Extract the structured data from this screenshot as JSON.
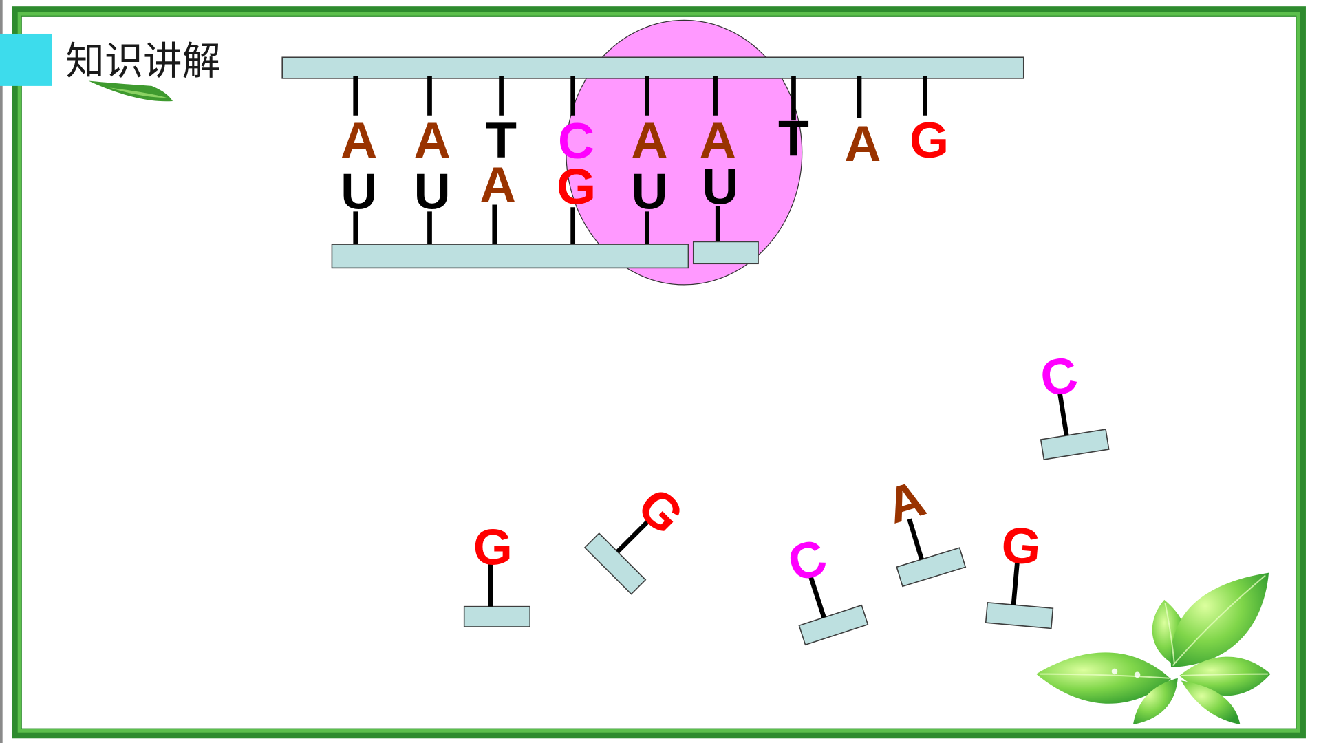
{
  "slide": {
    "title": "知识讲解"
  },
  "colors": {
    "frame_outer": "#2e8b2e",
    "frame_inner": "#5cbf4c",
    "title_accent": "#3ddcec",
    "strand_bar": "#bde0e0",
    "polymerase_bubble": "#ff99ff",
    "leaf_dark": "#3f9a2f",
    "bases": {
      "A": "#993300",
      "T": "#000000",
      "U": "#000000",
      "C": "#ff00ff",
      "G": "#ff0000"
    }
  },
  "dna_strand": [
    "A",
    "A",
    "T",
    "C",
    "A",
    "A",
    "T",
    "A",
    "G"
  ],
  "rna_strand": [
    "U",
    "U",
    "A",
    "G",
    "U",
    "U"
  ],
  "free_nucleotides": [
    "G",
    "G",
    "C",
    "A",
    "G",
    "C"
  ]
}
